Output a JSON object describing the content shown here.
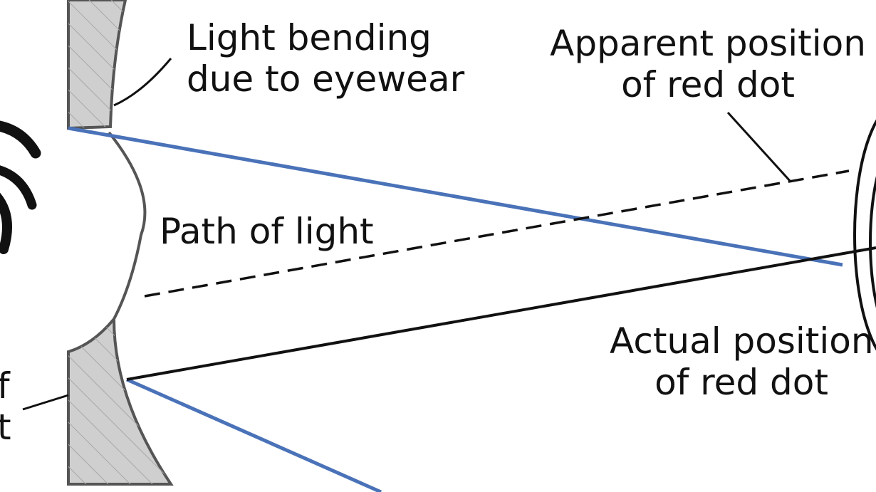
{
  "labels": {
    "light_bending": {
      "line1": "Light bending",
      "line2": "due to eyewear"
    },
    "apparent_position": {
      "line1": "Apparent position",
      "line2": "of red dot"
    },
    "path_of_light": "Path of light",
    "actual_position": {
      "line1": "Actual position",
      "line2": "of red dot"
    },
    "cut_off_left": {
      "line1": "f",
      "line2": "t"
    }
  },
  "colors": {
    "ray_blue": "#4a72b8",
    "line_black": "#111111",
    "lens_fill": "#cfcfcf",
    "lens_edge": "#555555"
  }
}
